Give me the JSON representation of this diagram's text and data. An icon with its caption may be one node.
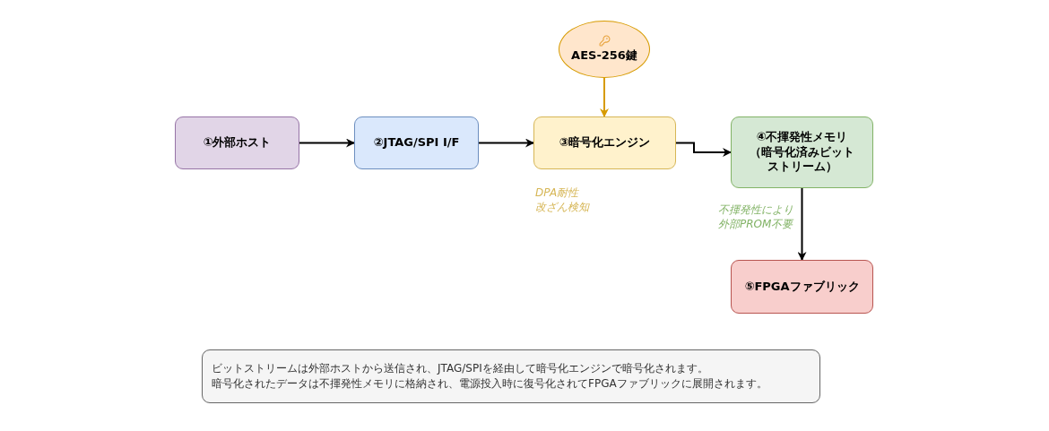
{
  "diagram": {
    "nodes": [
      {
        "text": [
          "AES-256鍵"
        ]
      },
      {
        "text": [
          "①外部ホスト"
        ]
      },
      {
        "text": [
          "②JTAG/SPI I/F"
        ]
      },
      {
        "text": [
          "③暗号化エンジン"
        ],
        "beside": [
          "DPA耐性",
          "改ざん検知"
        ]
      },
      {
        "text": [
          "④不揮発性メモリ（暗号化済みビットストリーム）"
        ],
        "beside": [
          "不揮発性により",
          "外部PROM不要"
        ]
      },
      {
        "text": [
          "⑤FPGAファブリック"
        ]
      },
      {
        "text": [
          "ビットストリームは外部ホストから送信され、JTAG/SPIを経由して暗号化エンジンで暗号化されます。",
          "暗号化されたデータは不揮発性メモリに格納され、電源投入時に復号化されてFPGAファブリックに展開されます。"
        ]
      }
    ],
    "edges": [
      {
        "from": 0,
        "to": 3,
        "arrow": "to",
        "color": "#d79b00"
      },
      {
        "from": 1,
        "to": 2,
        "arrow": "to"
      },
      {
        "from": 2,
        "to": 3,
        "arrow": "to"
      },
      {
        "from": 3,
        "to": 4,
        "arrow": "to"
      },
      {
        "from": 4,
        "to": 5,
        "arrow": "to"
      }
    ]
  }
}
